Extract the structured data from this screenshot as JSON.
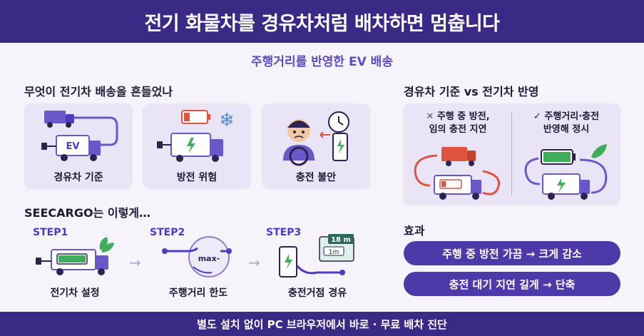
{
  "header": {
    "title": "전기 화물차를 경유차처럼 배차하면 멈춥니다"
  },
  "subtitle": "주행거리를 반영한 EV 배송",
  "problems": {
    "title": "무엇이 전기차 배송을 흔들었나",
    "cards": [
      {
        "label": "경유차 기준",
        "truck_text": "EV"
      },
      {
        "label": "방전 위험"
      },
      {
        "label": "충전 불안"
      }
    ]
  },
  "solution": {
    "title": "SEECARGO는 이렇게…",
    "steps": [
      {
        "step": "STEP1",
        "name": "전기차 설정"
      },
      {
        "step": "STEP2",
        "name": "주행거리 한도",
        "dial_text": "max-"
      },
      {
        "step": "STEP3",
        "name": "충전거점 경유",
        "map_text_1": "18 m",
        "map_text_2": "1m"
      }
    ]
  },
  "comparison": {
    "title": "경유차 기준 vs 전기차 반영",
    "left": {
      "mark": "✕",
      "line1": "주행 중 방전,",
      "line2": "임의 충전 지연"
    },
    "right": {
      "mark": "✓",
      "line1": "주행거리·충전",
      "line2": "반영해 정시"
    }
  },
  "effects": {
    "title": "효과",
    "items": [
      "주행 중 방전 가끔 → 크게 감소",
      "충전 대기 지연 길게 → 단축"
    ]
  },
  "footer": {
    "text": "별도 설치 없이 PC 브라우저에서 바로 · 무료 배차 진단"
  },
  "colors": {
    "brand": "#3a2a86",
    "accent": "#5d4cc0",
    "card_bg": "#e9e4f6",
    "battery_green": "#3fae5c",
    "alert_red": "#e0533f",
    "truck_purple": "#6a58c9"
  }
}
